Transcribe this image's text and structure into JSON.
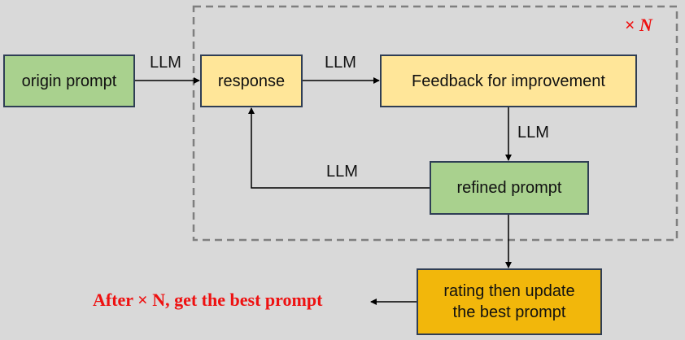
{
  "repeat_label": {
    "times": "×",
    "n": "N"
  },
  "nodes": {
    "origin_prompt": "origin prompt",
    "response": "response",
    "feedback": "Feedback for improvement",
    "refined_prompt": "refined prompt",
    "rating": [
      "rating then update",
      "the best prompt"
    ]
  },
  "edges": {
    "origin_to_response": "LLM",
    "response_to_feedback": "LLM",
    "feedback_to_refined": "LLM",
    "refined_to_response": "LLM"
  },
  "result_text": "After × N, get the best prompt",
  "colors": {
    "background": "#d9d9d9",
    "green_node": "#a9d18e",
    "yellow_node": "#ffe699",
    "gold_node": "#f2b70b",
    "node_border": "#2f3e55",
    "dashed_border": "#7f7f7f",
    "accent_red": "#ee1111"
  }
}
